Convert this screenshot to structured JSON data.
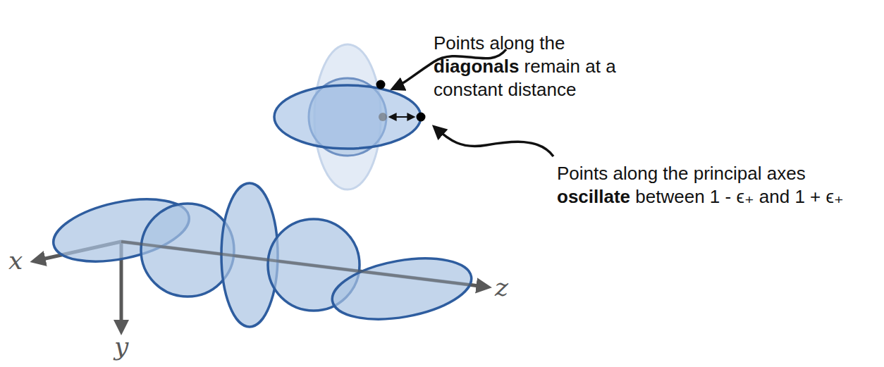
{
  "diagram": {
    "labels": [
      "Points along the",
      "diagonals",
      "remain at a constant distance",
      "Points along the principal axes",
      "oscillate",
      "between 1 - ϵ₊ and 1 + ϵ₊",
      "x",
      "y",
      "z"
    ]
  }
}
